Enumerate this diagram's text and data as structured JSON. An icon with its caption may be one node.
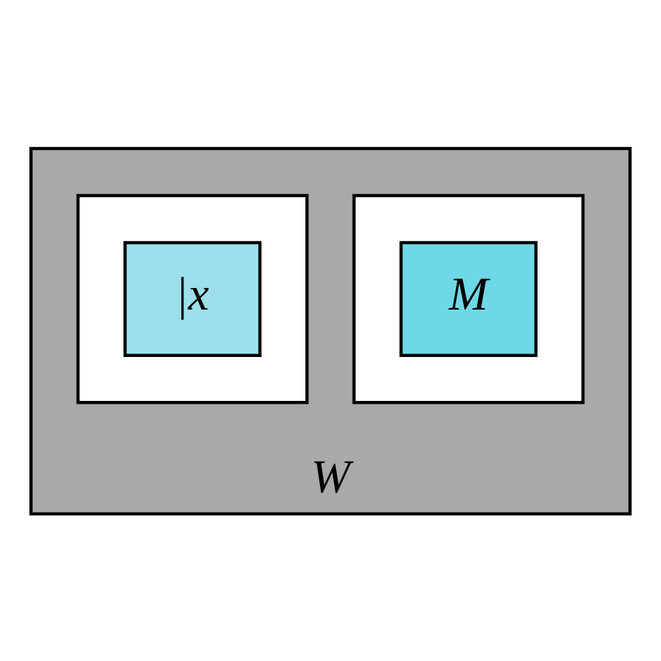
{
  "diagram": {
    "nodes": [
      {
        "text": [
          "W"
        ]
      },
      {
        "text": [],
        "shape": "box",
        "in": 0
      },
      {
        "text": [
          "|x"
        ],
        "in": 1
      },
      {
        "text": [],
        "shape": "box",
        "in": 0
      },
      {
        "text": [
          "M"
        ],
        "in": 3
      }
    ],
    "edges": []
  }
}
